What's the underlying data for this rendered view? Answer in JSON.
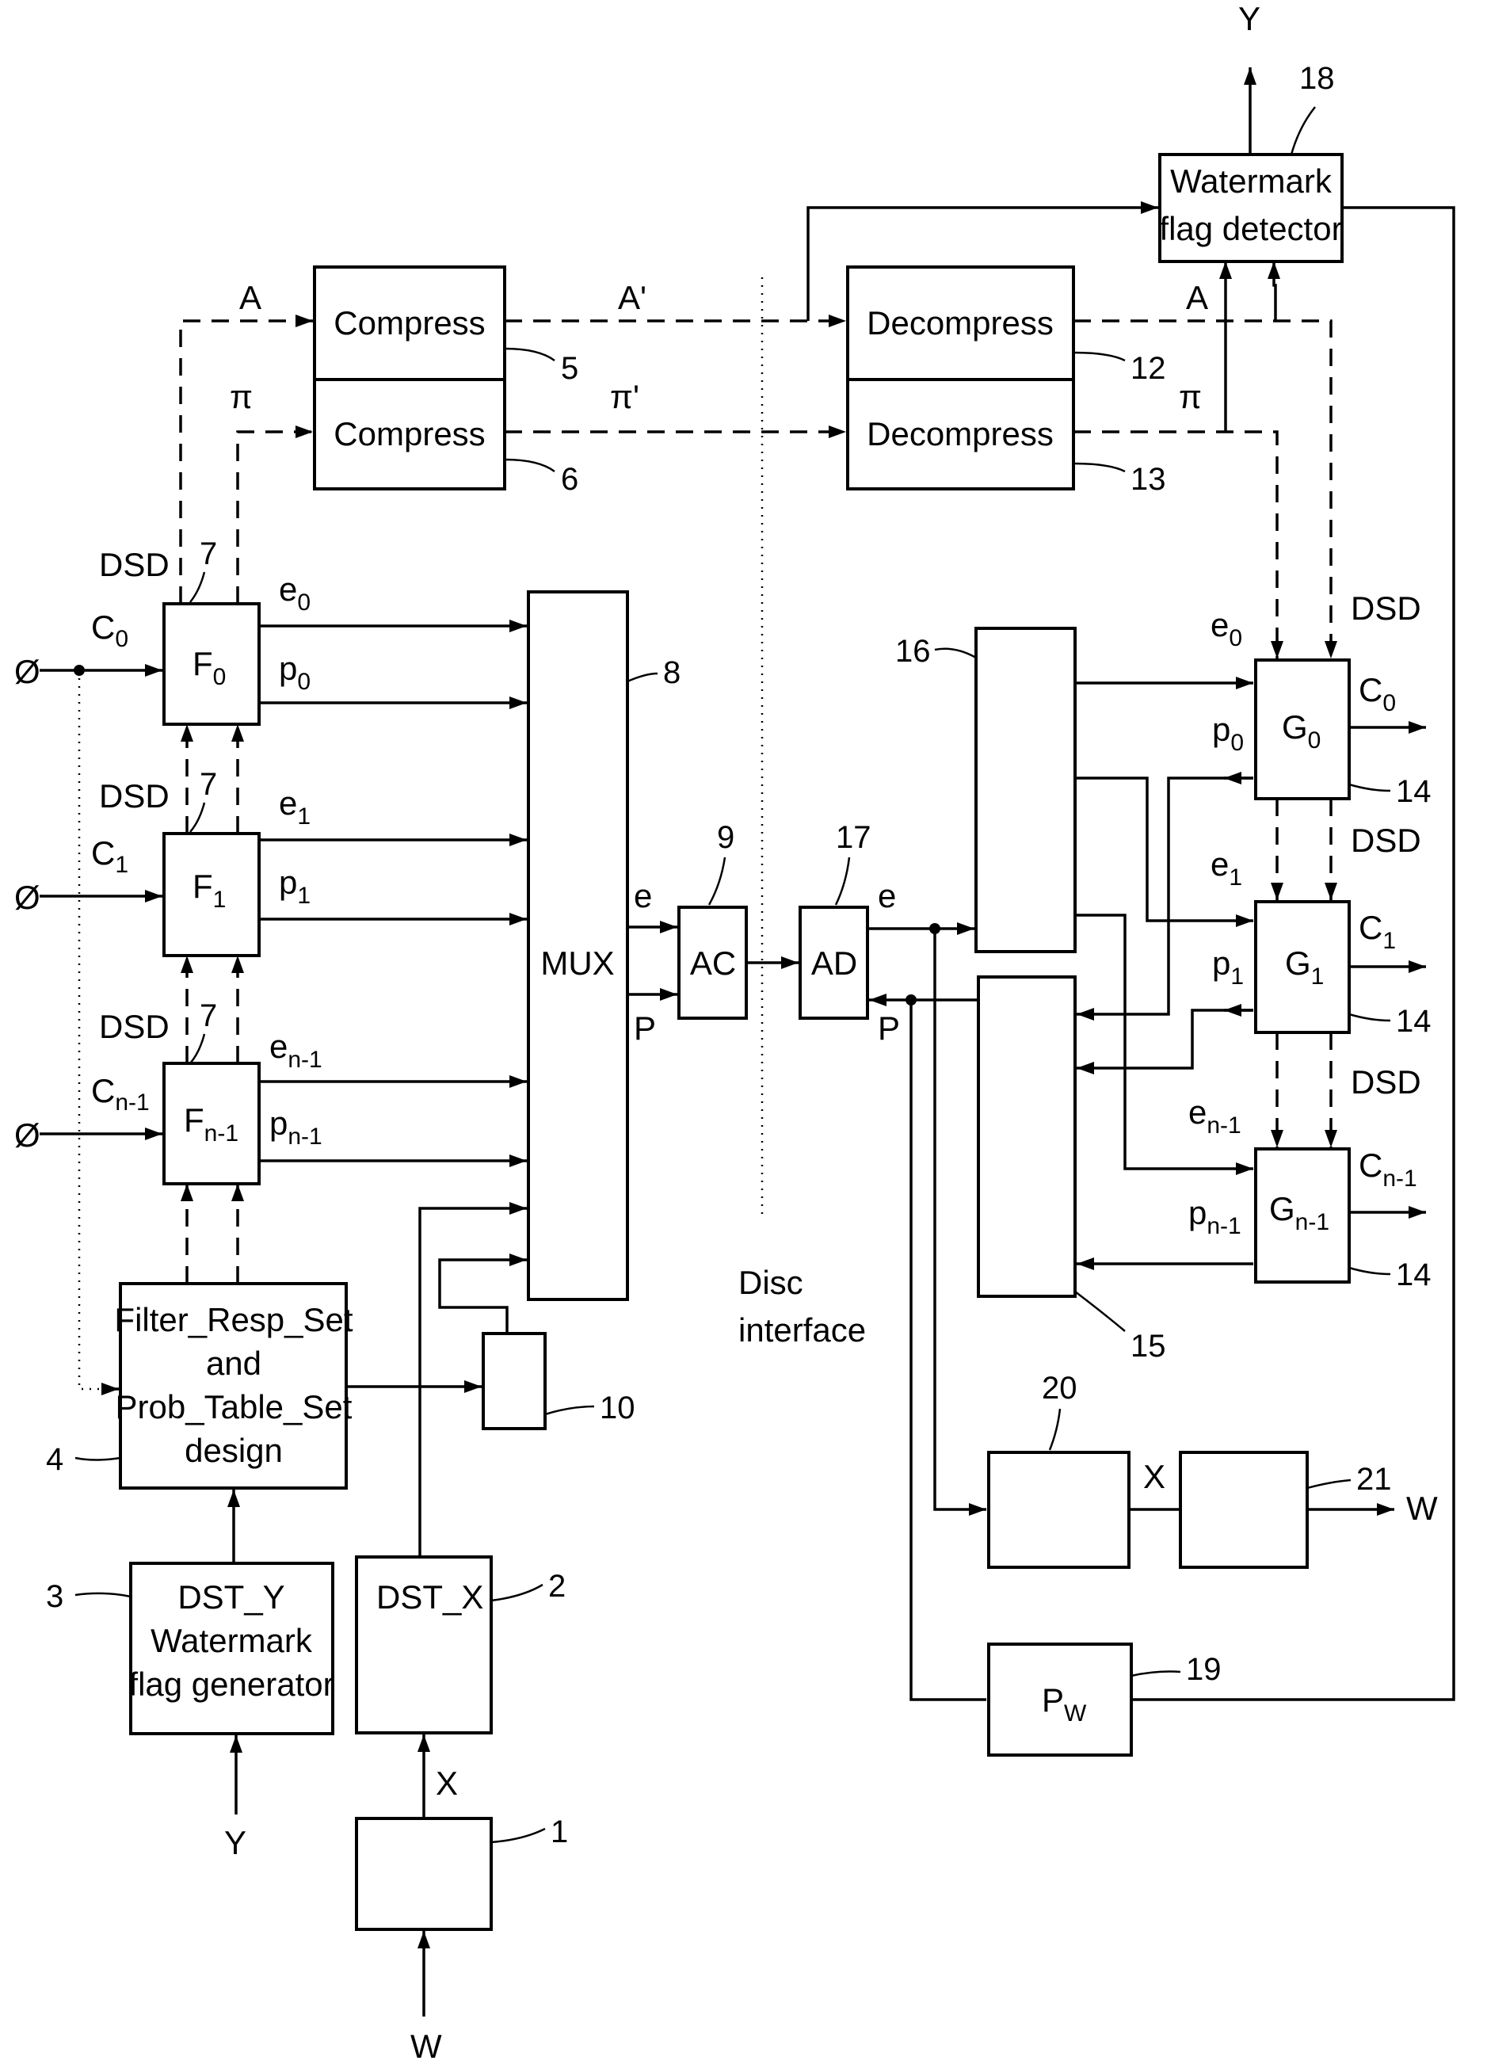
{
  "blocks": {
    "b1": {
      "ref": "1"
    },
    "b2": {
      "name": "DST_X",
      "ref": "2"
    },
    "b3": {
      "lines": [
        "DST_Y",
        "Watermark",
        "flag  generator"
      ],
      "ref": "3"
    },
    "b4": {
      "lines": [
        "Filter_Resp_Set",
        "and",
        "Prob_Table_Set",
        "design"
      ],
      "ref": "4"
    },
    "b5": {
      "name": "Compress",
      "ref": "5"
    },
    "b6": {
      "name": "Compress",
      "ref": "6"
    },
    "b7": {
      "ref": "7"
    },
    "b8": {
      "name": "MUX",
      "ref": "8"
    },
    "b9": {
      "name": "AC",
      "ref": "9"
    },
    "b10": {
      "ref": "10"
    },
    "b12": {
      "name": "Decompress",
      "ref": "12"
    },
    "b13": {
      "name": "Decompress",
      "ref": "13"
    },
    "b14": {
      "ref": "14"
    },
    "b15": {
      "ref": "15"
    },
    "b16": {
      "ref": "16"
    },
    "b17": {
      "name": "AD",
      "ref": "17"
    },
    "b18": {
      "lines": [
        "Watermark",
        "flag  detector"
      ],
      "ref": "18"
    },
    "b19": {
      "name": "P",
      "sub": "W",
      "ref": "19"
    },
    "b20": {
      "ref": "20"
    },
    "b21": {
      "ref": "21"
    }
  },
  "filters": [
    {
      "name": "F",
      "sub": "0",
      "input": "C",
      "input_sub": "0",
      "e": "e",
      "e_sub": "0",
      "p": "p",
      "p_sub": "0"
    },
    {
      "name": "F",
      "sub": "1",
      "input": "C",
      "input_sub": "1",
      "e": "e",
      "e_sub": "1",
      "p": "p",
      "p_sub": "1"
    },
    {
      "name": "F",
      "sub": "n-1",
      "input": "C",
      "input_sub": "n-1",
      "e": "e",
      "e_sub": "n-1",
      "p": "p",
      "p_sub": "n-1"
    }
  ],
  "decoders": [
    {
      "name": "G",
      "sub": "0",
      "output": "C",
      "output_sub": "0",
      "e": "e",
      "e_sub": "0",
      "p": "p",
      "p_sub": "0"
    },
    {
      "name": "G",
      "sub": "1",
      "output": "C",
      "output_sub": "1",
      "e": "e",
      "e_sub": "1",
      "p": "p",
      "p_sub": "1"
    },
    {
      "name": "G",
      "sub": "n-1",
      "output": "C",
      "output_sub": "n-1",
      "e": "e",
      "e_sub": "n-1",
      "p": "p",
      "p_sub": "n-1"
    }
  ],
  "signals": {
    "dsd": "DSD",
    "a": "A",
    "a_prime": "A'",
    "pi": "π",
    "pi_prime": "π'",
    "e": "e",
    "p": "P",
    "x": "X",
    "y": "Y",
    "w": "W",
    "input_terminal": "Ø"
  },
  "disc_interface": [
    "Disc",
    "interface"
  ]
}
